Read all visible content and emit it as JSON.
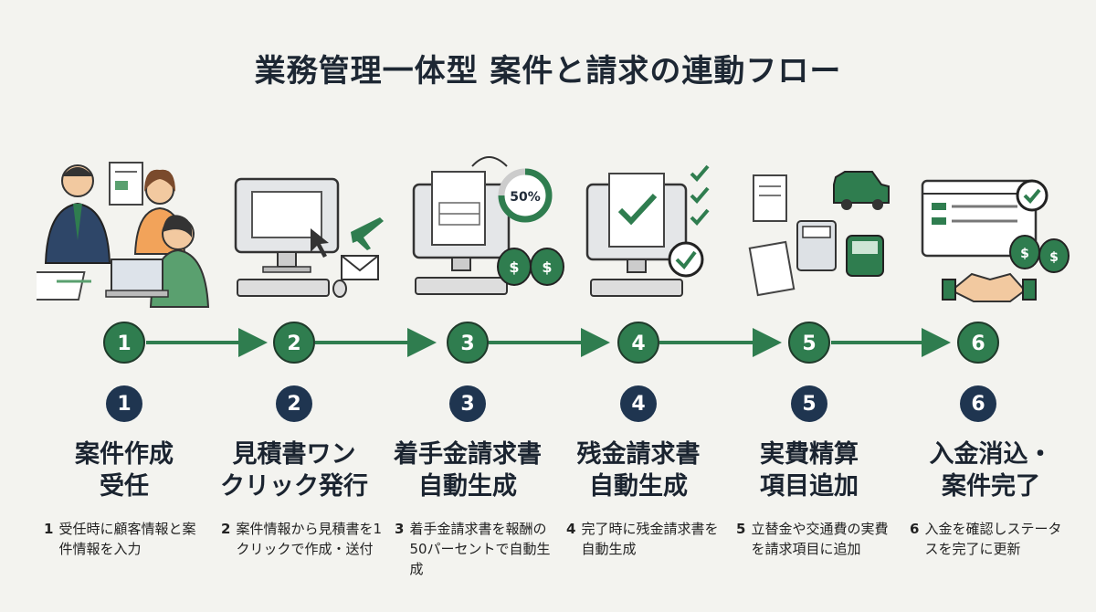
{
  "title": "業務管理一体型 案件と請求の連動フロー",
  "illustration_labels": {
    "percent_badge": "50%",
    "dollar": "$"
  },
  "flow_numbers": [
    "1",
    "2",
    "3",
    "4",
    "5",
    "6"
  ],
  "steps": [
    {
      "number": "1",
      "title_line1": "案件作成",
      "title_line2": "受任",
      "desc_index": "1",
      "desc": "受任時に顧客情報と案件情報を入力"
    },
    {
      "number": "2",
      "title_line1": "見積書ワン",
      "title_line2": "クリック発行",
      "desc_index": "2",
      "desc": "案件情報から見積書を1クリックで作成・送付"
    },
    {
      "number": "3",
      "title_line1": "着手金請求書",
      "title_line2": "自動生成",
      "desc_index": "3",
      "desc": "着手金請求書を報酬の50パーセントで自動生成"
    },
    {
      "number": "4",
      "title_line1": "残金請求書",
      "title_line2": "自動生成",
      "desc_index": "4",
      "desc": "完了時に残金請求書を自動生成"
    },
    {
      "number": "5",
      "title_line1": "実費精算",
      "title_line2": "項目追加",
      "desc_index": "5",
      "desc": "立替金や交通費の実費を請求項目に追加"
    },
    {
      "number": "6",
      "title_line1": "入金消込・",
      "title_line2": "案件完了",
      "desc_index": "6",
      "desc": "入金を確認しステータスを完了に更新"
    }
  ],
  "colors": {
    "accent_green": "#2f7d4f",
    "navy": "#1f3550",
    "background": "#f3f3ef"
  }
}
